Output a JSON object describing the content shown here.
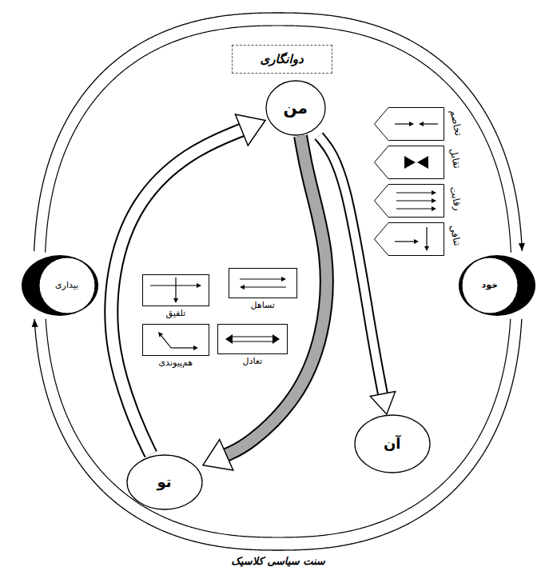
{
  "diagram": {
    "nodes": [
      {
        "text": [
          "دوانگاری"
        ]
      },
      {
        "text": [
          "من"
        ]
      },
      {
        "text": [
          "خود"
        ]
      },
      {
        "text": [
          "بیداری"
        ]
      },
      {
        "text": [
          "تساهل"
        ]
      },
      {
        "text": [
          "تلفیق"
        ]
      },
      {
        "text": [
          "تعادل"
        ]
      },
      {
        "text": [
          "هم‌پیوندی"
        ]
      },
      {
        "text": [
          "تخاصم"
        ]
      },
      {
        "text": [
          "تقابل"
        ]
      },
      {
        "text": [
          "رقابت"
        ]
      },
      {
        "text": [
          "تنافی"
        ]
      },
      {
        "text": [
          "آن"
        ]
      },
      {
        "text": [
          "تو"
        ]
      }
    ],
    "edges": [
      {
        "from": 3,
        "to": 2,
        "arrow": "to"
      },
      {
        "from": 2,
        "to": 3,
        "arrow": "to"
      },
      {
        "from": 13,
        "to": 1,
        "arrow": "to"
      },
      {
        "from": 1,
        "to": 13,
        "arrow": "to"
      },
      {
        "from": 1,
        "to": 12,
        "arrow": "to"
      }
    ],
    "labels": [
      "سنت سیاسی کلاسیک"
    ]
  }
}
